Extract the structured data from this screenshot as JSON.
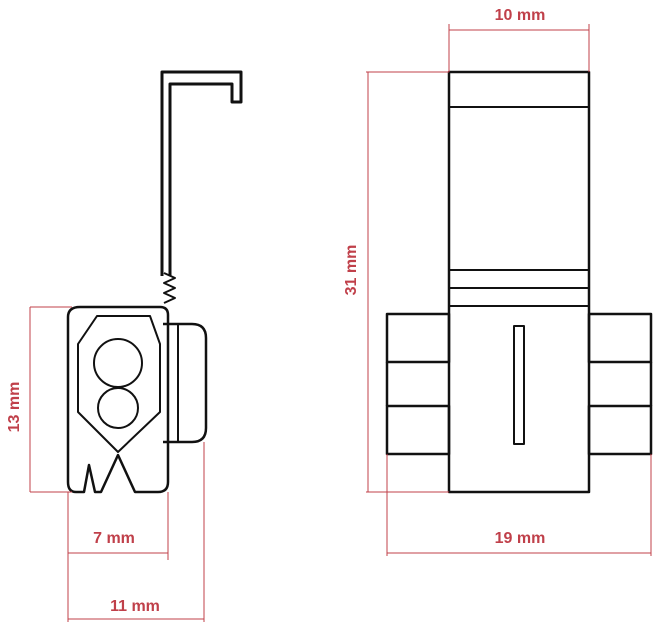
{
  "dimensions": {
    "side_height": "13 mm",
    "side_inner_width": "7 mm",
    "side_total_width": "11 mm",
    "front_top_width": "10 mm",
    "front_height": "31 mm",
    "front_bottom_width": "19 mm"
  },
  "colors": {
    "dimension_line": "#c0404a",
    "dimension_text": "#c0404a",
    "outline": "#111111",
    "background": "#ffffff"
  }
}
